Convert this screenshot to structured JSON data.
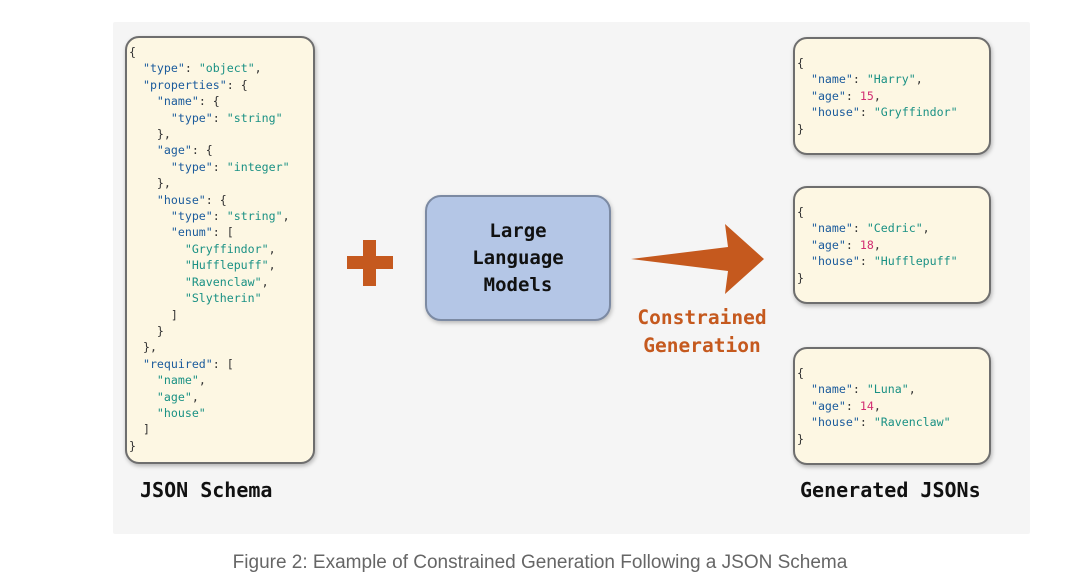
{
  "schema_card": {
    "title": "JSON Schema",
    "lines": [
      [
        [
          "p",
          "{"
        ]
      ],
      [
        [
          "p",
          "  "
        ],
        [
          "k",
          "\"type\""
        ],
        [
          "p",
          ": "
        ],
        [
          "s",
          "\"object\""
        ],
        [
          "p",
          ","
        ]
      ],
      [
        [
          "p",
          "  "
        ],
        [
          "k",
          "\"properties\""
        ],
        [
          "p",
          ": {"
        ]
      ],
      [
        [
          "p",
          "    "
        ],
        [
          "k",
          "\"name\""
        ],
        [
          "p",
          ": {"
        ]
      ],
      [
        [
          "p",
          "      "
        ],
        [
          "k",
          "\"type\""
        ],
        [
          "p",
          ": "
        ],
        [
          "s",
          "\"string\""
        ]
      ],
      [
        [
          "p",
          "    },"
        ]
      ],
      [
        [
          "p",
          "    "
        ],
        [
          "k",
          "\"age\""
        ],
        [
          "p",
          ": {"
        ]
      ],
      [
        [
          "p",
          "      "
        ],
        [
          "k",
          "\"type\""
        ],
        [
          "p",
          ": "
        ],
        [
          "s",
          "\"integer\""
        ]
      ],
      [
        [
          "p",
          "    },"
        ]
      ],
      [
        [
          "p",
          "    "
        ],
        [
          "k",
          "\"house\""
        ],
        [
          "p",
          ": {"
        ]
      ],
      [
        [
          "p",
          "      "
        ],
        [
          "k",
          "\"type\""
        ],
        [
          "p",
          ": "
        ],
        [
          "s",
          "\"string\""
        ],
        [
          "p",
          ","
        ]
      ],
      [
        [
          "p",
          "      "
        ],
        [
          "k",
          "\"enum\""
        ],
        [
          "p",
          ": ["
        ]
      ],
      [
        [
          "p",
          "        "
        ],
        [
          "s",
          "\"Gryffindor\""
        ],
        [
          "p",
          ","
        ]
      ],
      [
        [
          "p",
          "        "
        ],
        [
          "s",
          "\"Hufflepuff\""
        ],
        [
          "p",
          ","
        ]
      ],
      [
        [
          "p",
          "        "
        ],
        [
          "s",
          "\"Ravenclaw\""
        ],
        [
          "p",
          ","
        ]
      ],
      [
        [
          "p",
          "        "
        ],
        [
          "s",
          "\"Slytherin\""
        ]
      ],
      [
        [
          "p",
          "      ]"
        ]
      ],
      [
        [
          "p",
          "    }"
        ]
      ],
      [
        [
          "p",
          "  },"
        ]
      ],
      [
        [
          "p",
          "  "
        ],
        [
          "k",
          "\"required\""
        ],
        [
          "p",
          ": ["
        ]
      ],
      [
        [
          "p",
          "    "
        ],
        [
          "s",
          "\"name\""
        ],
        [
          "p",
          ","
        ]
      ],
      [
        [
          "p",
          "    "
        ],
        [
          "s",
          "\"age\""
        ],
        [
          "p",
          ","
        ]
      ],
      [
        [
          "p",
          "    "
        ],
        [
          "s",
          "\"house\""
        ]
      ],
      [
        [
          "p",
          "  ]"
        ]
      ],
      [
        [
          "p",
          "}"
        ]
      ]
    ]
  },
  "llm_box": {
    "label": "Large\nLanguage\nModels"
  },
  "arrow_label": "Constrained\nGeneration",
  "output_title": "Generated JSONs",
  "outputs": [
    {
      "lines": [
        [
          [
            "p",
            "{"
          ]
        ],
        [
          [
            "p",
            "  "
          ],
          [
            "k",
            "\"name\""
          ],
          [
            "p",
            ": "
          ],
          [
            "s",
            "\"Harry\""
          ],
          [
            "p",
            ","
          ]
        ],
        [
          [
            "p",
            "  "
          ],
          [
            "k",
            "\"age\""
          ],
          [
            "p",
            ": "
          ],
          [
            "n",
            "15"
          ],
          [
            "p",
            ","
          ]
        ],
        [
          [
            "p",
            "  "
          ],
          [
            "k",
            "\"house\""
          ],
          [
            "p",
            ": "
          ],
          [
            "s",
            "\"Gryffindor\""
          ]
        ],
        [
          [
            "p",
            "}"
          ]
        ]
      ]
    },
    {
      "lines": [
        [
          [
            "p",
            "{"
          ]
        ],
        [
          [
            "p",
            "  "
          ],
          [
            "k",
            "\"name\""
          ],
          [
            "p",
            ": "
          ],
          [
            "s",
            "\"Cedric\""
          ],
          [
            "p",
            ","
          ]
        ],
        [
          [
            "p",
            "  "
          ],
          [
            "k",
            "\"age\""
          ],
          [
            "p",
            ": "
          ],
          [
            "n",
            "18"
          ],
          [
            "p",
            ","
          ]
        ],
        [
          [
            "p",
            "  "
          ],
          [
            "k",
            "\"house\""
          ],
          [
            "p",
            ": "
          ],
          [
            "s",
            "\"Hufflepuff\""
          ]
        ],
        [
          [
            "p",
            "}"
          ]
        ]
      ]
    },
    {
      "lines": [
        [
          [
            "p",
            "{"
          ]
        ],
        [
          [
            "p",
            "  "
          ],
          [
            "k",
            "\"name\""
          ],
          [
            "p",
            ": "
          ],
          [
            "s",
            "\"Luna\""
          ],
          [
            "p",
            ","
          ]
        ],
        [
          [
            "p",
            "  "
          ],
          [
            "k",
            "\"age\""
          ],
          [
            "p",
            ": "
          ],
          [
            "n",
            "14"
          ],
          [
            "p",
            ","
          ]
        ],
        [
          [
            "p",
            "  "
          ],
          [
            "k",
            "\"house\""
          ],
          [
            "p",
            ": "
          ],
          [
            "s",
            "\"Ravenclaw\""
          ]
        ],
        [
          [
            "p",
            "}"
          ]
        ]
      ]
    }
  ],
  "caption": "Figure 2: Example of Constrained Generation Following a JSON Schema",
  "colors": {
    "key": "#1b5b9c",
    "string": "#1a9184",
    "number": "#d22d72",
    "accent": "#c5591e",
    "card_bg": "#fdf7e3",
    "llm_bg": "#b4c6e6"
  },
  "icons": {
    "plus": "plus-icon",
    "arrow": "arrow-right-icon"
  }
}
